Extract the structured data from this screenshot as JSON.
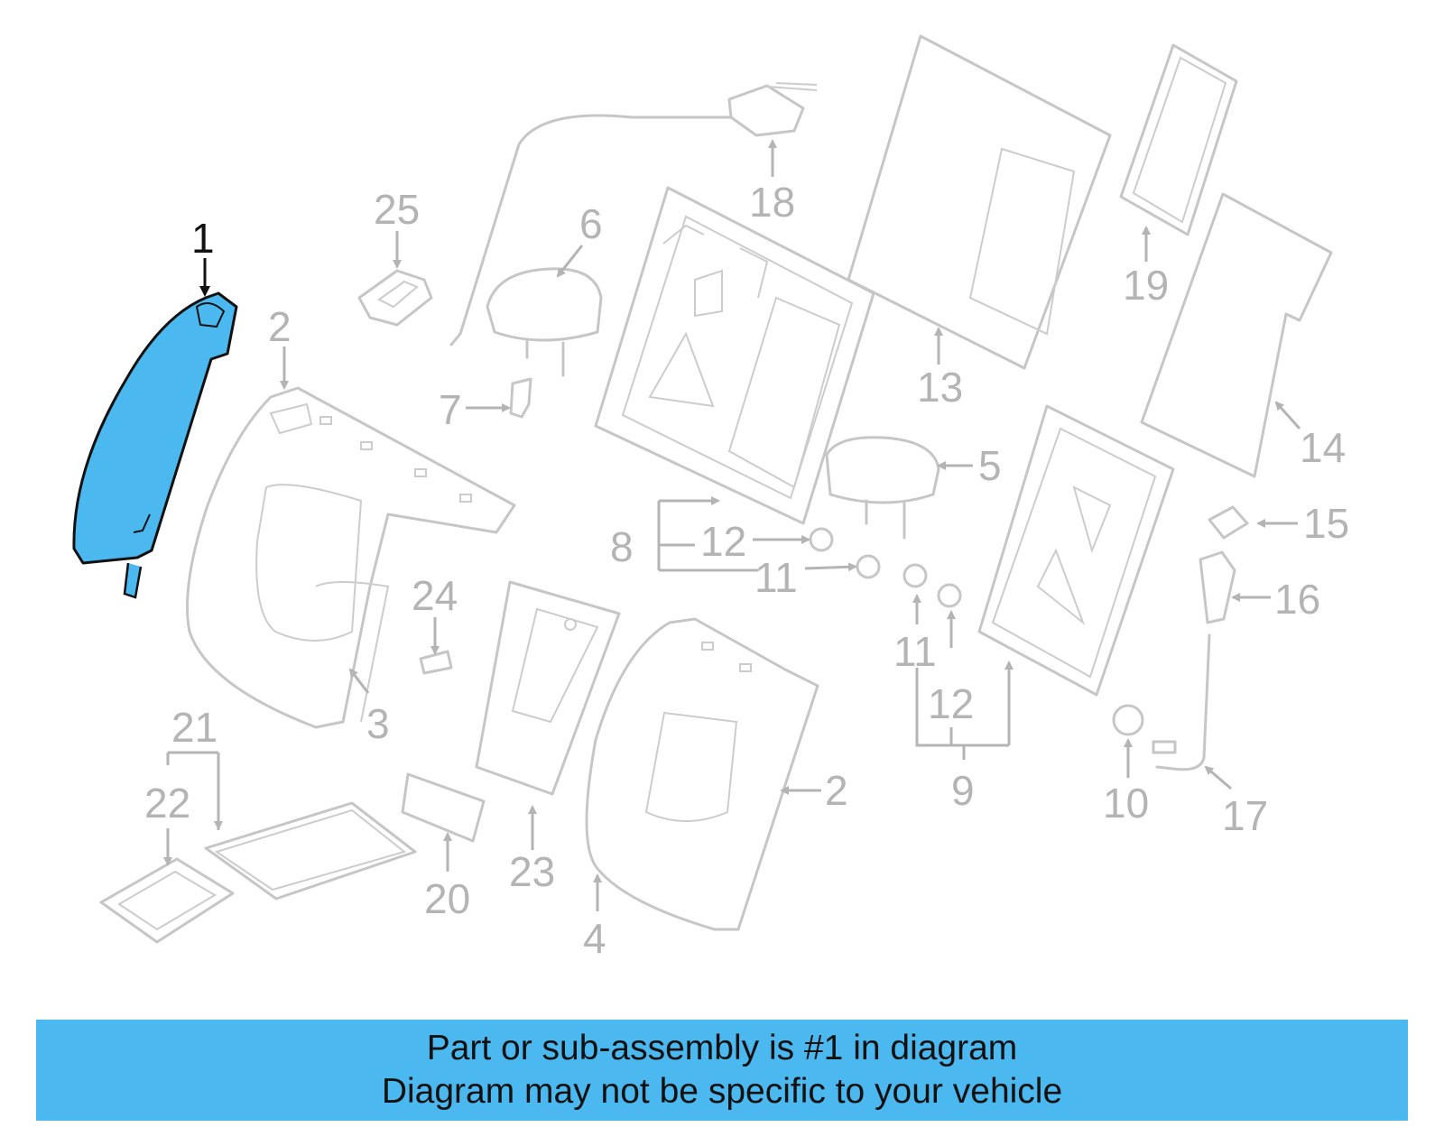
{
  "highlight_color": "#4cb8f0",
  "banner": {
    "line1": "Part or sub-assembly is #1 in diagram",
    "line2": "Diagram may not be specific to your vehicle"
  },
  "callouts": {
    "c1": "1",
    "c2a": "2",
    "c2b": "2",
    "c3": "3",
    "c4": "4",
    "c5": "5",
    "c6": "6",
    "c7": "7",
    "c8": "8",
    "c9": "9",
    "c10": "10",
    "c11a": "11",
    "c11b": "11",
    "c12a": "12",
    "c12b": "12",
    "c13": "13",
    "c14": "14",
    "c15": "15",
    "c16": "16",
    "c17": "17",
    "c18": "18",
    "c19": "19",
    "c20": "20",
    "c21": "21",
    "c22": "22",
    "c23": "23",
    "c24": "24",
    "c25": "25"
  }
}
